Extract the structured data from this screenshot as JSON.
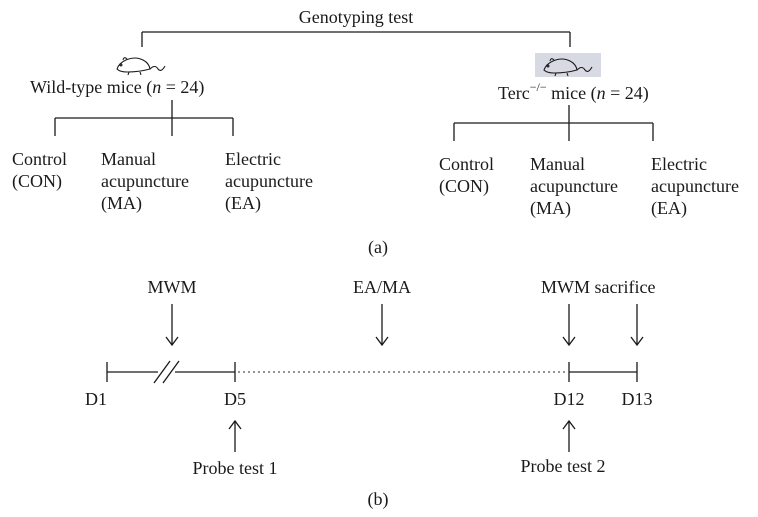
{
  "panel_a": {
    "root": "Genotyping test",
    "wild_type": {
      "name": "Wild-type mice",
      "n_label": "n",
      "n_value": "= 24"
    },
    "terc": {
      "name_prefix": "Terc",
      "superscript": "−/−",
      "name_suffix": "mice",
      "n_label": "n",
      "n_value": "= 24"
    },
    "groups_left": [
      {
        "lines": [
          "Control",
          "(CON)"
        ]
      },
      {
        "lines": [
          "Manual",
          "acupuncture",
          "(MA)"
        ]
      },
      {
        "lines": [
          "Electric",
          "acupuncture",
          "(EA)"
        ]
      }
    ],
    "groups_right": [
      {
        "lines": [
          "Control",
          "(CON)"
        ]
      },
      {
        "lines": [
          "Manual",
          "acupuncture",
          "(MA)"
        ]
      },
      {
        "lines": [
          "Electric",
          "acupuncture",
          "(EA)"
        ]
      }
    ],
    "caption": "(a)"
  },
  "panel_b": {
    "top_labels": [
      "MWM",
      "EA/MA",
      "MWM sacrifice"
    ],
    "days": [
      "D1",
      "D5",
      "D12",
      "D13"
    ],
    "probe_tests": [
      "Probe test 1",
      "Probe test 2"
    ],
    "caption": "(b)"
  },
  "colors": {
    "line": "#1a1a1a",
    "dotted": "#555555",
    "highlight": "#d7d9e3"
  }
}
